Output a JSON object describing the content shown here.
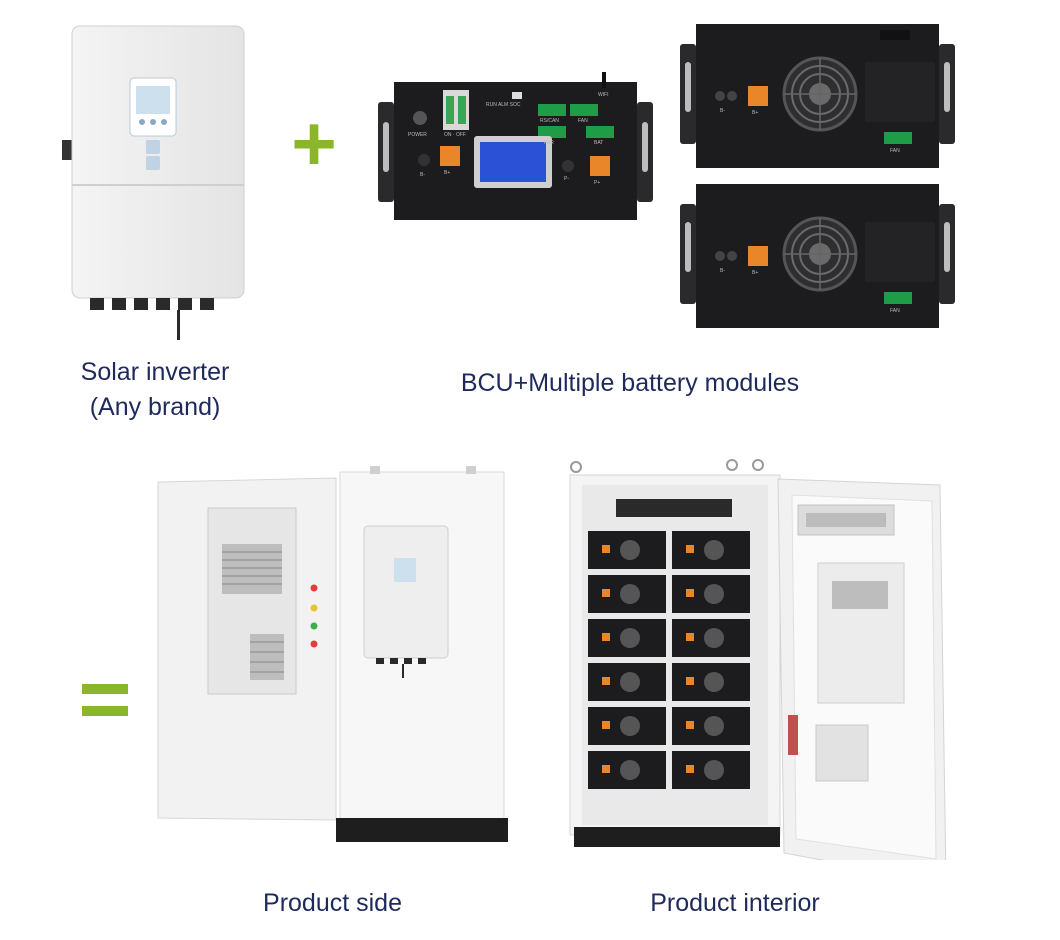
{
  "captions": {
    "inverter_line1": "Solar inverter",
    "inverter_line2": "(Any brand)",
    "bcu_modules": "BCU+Multiple battery modules",
    "product_side": "Product side",
    "product_interior": "Product interior"
  },
  "bcu_panel": {
    "power": "POWER",
    "on_off": "ON · OFF",
    "run_alm_soc": "RUN ALM SOC",
    "wifi": "WIFI",
    "rs_can": "RS/CAN",
    "fan": "FAN",
    "par": "PAR",
    "bat": "BAT",
    "b_minus": "B-",
    "b_plus": "B+",
    "p_minus": "P-",
    "p_plus": "P+"
  },
  "module_panel": {
    "b_minus": "B-",
    "b_plus": "B+",
    "fan": "FAN"
  },
  "symbols": {
    "plus": "+",
    "equals": "="
  },
  "colors": {
    "accent_green": "#8bb52a",
    "caption_navy": "#1f2a5c",
    "panel_dark": "#1c1c1e",
    "terminal_orange": "#e9862a",
    "lcd_blue": "#2b52d6"
  }
}
